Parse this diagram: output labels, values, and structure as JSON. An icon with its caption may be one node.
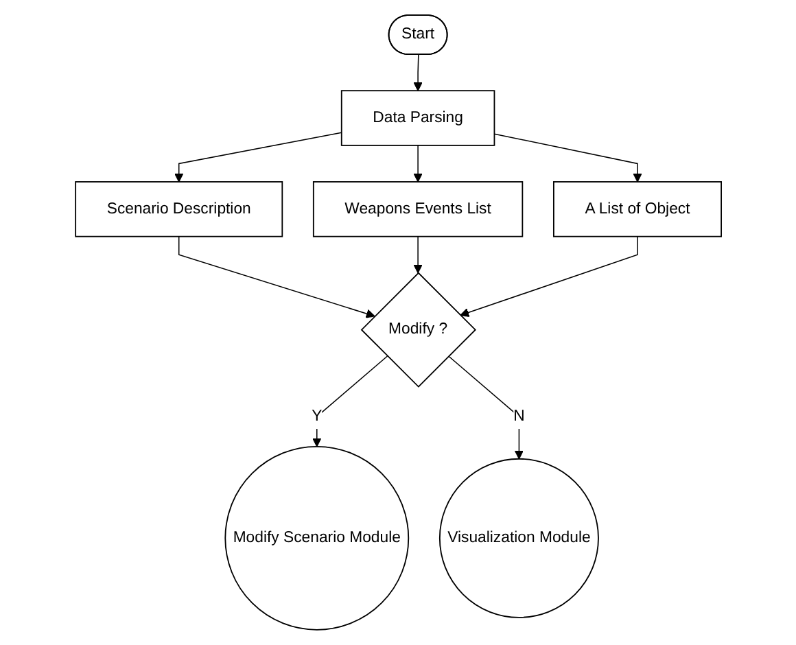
{
  "diagram": {
    "nodes": [
      {
        "text": [
          "Start"
        ]
      },
      {
        "text": [
          "Data Parsing"
        ]
      },
      {
        "text": [
          "Scenario Description"
        ]
      },
      {
        "text": [
          "Weapons Events List"
        ]
      },
      {
        "text": [
          "A List of Object"
        ]
      },
      {
        "text": [
          "Modify ?"
        ]
      },
      {
        "text": [
          "Modify Scenario Module"
        ]
      },
      {
        "text": [
          "Visualization Module"
        ]
      }
    ],
    "edges": [
      {
        "from": 0,
        "to": 1,
        "arrow": "to"
      },
      {
        "from": 1,
        "to": 2,
        "arrow": "to"
      },
      {
        "from": 1,
        "to": 3,
        "arrow": "to"
      },
      {
        "from": 1,
        "to": 4,
        "arrow": "to"
      },
      {
        "from": 2,
        "to": 5,
        "arrow": "to"
      },
      {
        "from": 3,
        "to": 5,
        "arrow": "to"
      },
      {
        "from": 4,
        "to": 5,
        "arrow": "to"
      },
      {
        "from": 5,
        "to": 6,
        "arrow": "to",
        "label": "Y"
      },
      {
        "from": 5,
        "to": 7,
        "arrow": "to",
        "label": "N"
      }
    ]
  }
}
